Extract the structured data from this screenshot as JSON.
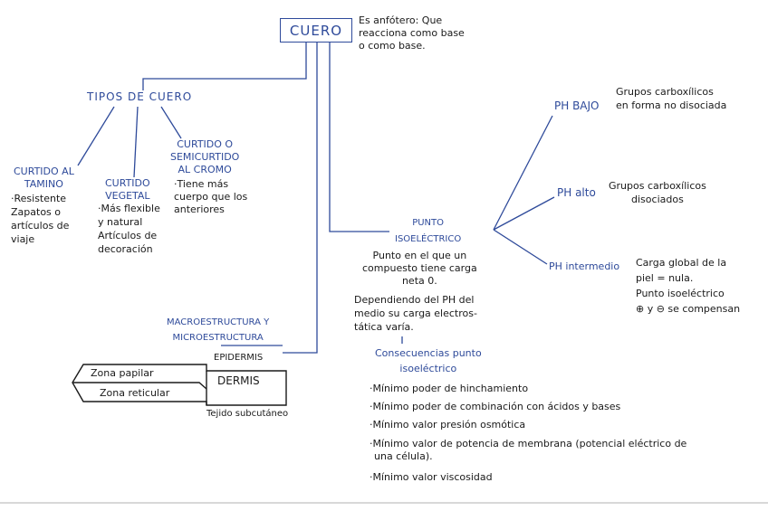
{
  "root": {
    "label": "CUERO",
    "note_lines": [
      "Es anfótero: Que",
      "reacciona como base",
      "o como base."
    ]
  },
  "types": {
    "title": "TIPOS DE CUERO",
    "al_tamino": {
      "title_lines": [
        "CURTIDO AL",
        "TAMINO"
      ],
      "desc_lines": [
        "·Resistente",
        "Zapatos o",
        "artículos de",
        "viaje"
      ]
    },
    "vegetal": {
      "title_lines": [
        "CURTIDO",
        "VEGETAL"
      ],
      "desc_lines": [
        "·Más flexible",
        "y natural",
        "Artículos de",
        "decoración"
      ]
    },
    "cromo": {
      "title_lines": [
        "CURTIDO O",
        "SEMICURTIDO",
        "AL CROMO"
      ],
      "desc_lines": [
        "·Tiene más",
        "cuerpo que los",
        "anteriores"
      ]
    }
  },
  "structure": {
    "title_lines": [
      "MACROESTRUCTURA Y",
      "MICROESTRUCTURA"
    ],
    "epidermis": "EPIDERMIS",
    "zona_papilar": "Zona papilar",
    "zona_reticular": "Zona reticular",
    "dermis": "DERMIS",
    "subcutaneo": "Tejido subcutáneo"
  },
  "isoelectric": {
    "title_lines": [
      "PUNTO",
      "ISOELÉCTRICO"
    ],
    "def_lines": [
      "Punto en el que un",
      "compuesto tiene carga",
      "neta 0."
    ],
    "dep_lines": [
      "Dependiendo del PH del",
      "medio su carga electros-",
      "tática varía."
    ],
    "ph_bajo": "PH BAJO",
    "ph_bajo_desc": [
      "Grupos carboxílicos",
      "en forma no disociada"
    ],
    "ph_alto": "PH alto",
    "ph_alto_desc": [
      "Grupos carboxílicos",
      "disociados"
    ],
    "ph_intermedio": "PH intermedio",
    "ph_intermedio_desc": [
      "Carga global de la",
      "piel = nula.",
      "Punto isoeléctrico",
      "⊕ y ⊖ se compensan"
    ]
  },
  "consequences": {
    "title_lines": [
      "Consecuencias punto",
      "isoeléctrico"
    ],
    "items": [
      "·Mínimo poder de hinchamiento",
      "·Mínimo poder de combinación con ácidos y bases",
      "·Mínimo valor presión osmótica",
      "·Mínimo valor de potencia de membrana (potencial eléctrico de",
      "una célula).",
      "·Mínimo valor viscosidad"
    ]
  }
}
